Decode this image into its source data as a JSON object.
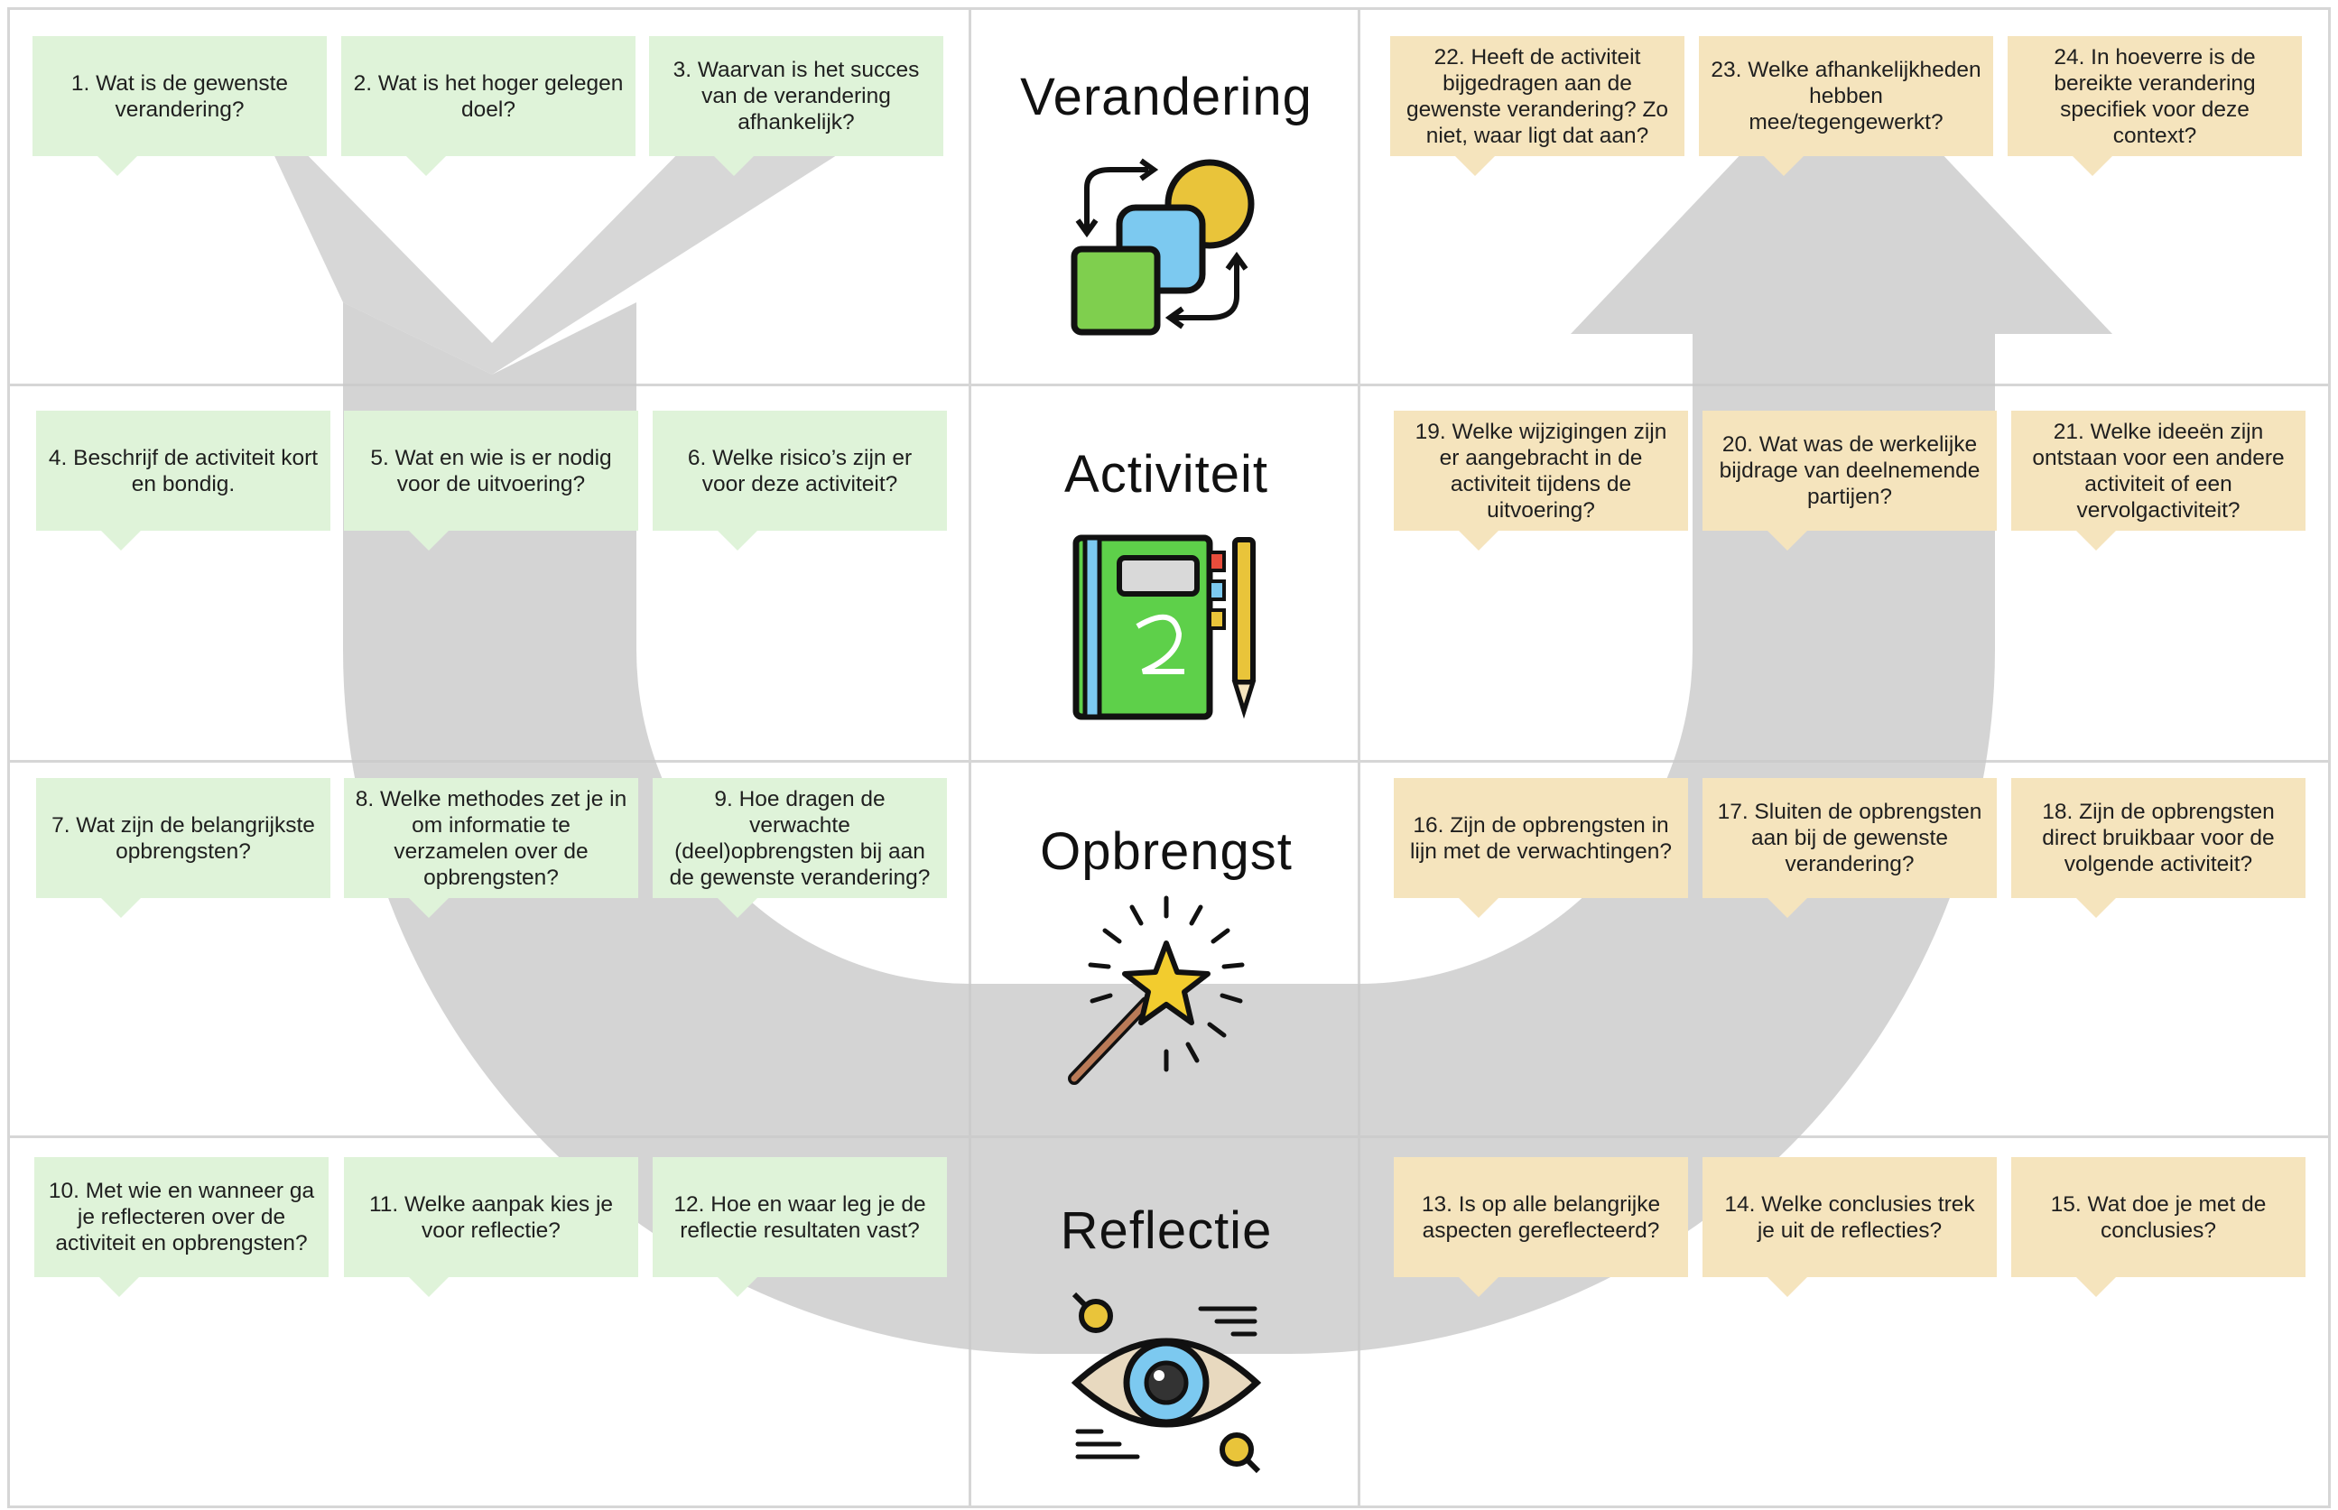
{
  "rows": [
    {
      "title": "Verandering",
      "icon": "shapes-change-icon",
      "left_questions": [
        "1. Wat is de gewenste verandering?",
        "2. Wat is het hoger gelegen doel?",
        "3. Waarvan is het succes van de verandering afhankelijk?"
      ],
      "right_questions": [
        "22. Heeft de activiteit bijgedragen aan de gewenste verandering? Zo niet, waar ligt dat aan?",
        "23. Welke afhankelijkheden hebben mee/tegengewerkt?",
        "24. In hoeverre is de bereikte verandering specifiek voor deze context?"
      ]
    },
    {
      "title": "Activiteit",
      "icon": "notebook-pencil-icon",
      "left_questions": [
        "4. Beschrijf de activiteit kort en bondig.",
        "5. Wat en wie is er nodig voor de uitvoering?",
        "6. Welke risico’s zijn er voor deze activiteit?"
      ],
      "right_questions": [
        "19. Welke wijzigingen zijn er aangebracht in de activiteit tijdens de uitvoering?",
        "20. Wat was de werkelijke bijdrage van  deelnemende partijen?",
        "21. Welke ideeën zijn ontstaan voor een andere activiteit of een vervolgactiviteit?"
      ]
    },
    {
      "title": "Opbrengst",
      "icon": "magic-wand-icon",
      "left_questions": [
        "7. Wat zijn de belangrijkste opbrengsten?",
        "8. Welke methodes zet je in om informatie te verzamelen over de opbrengsten?",
        "9. Hoe dragen de verwachte (deel)opbrengsten bij aan de gewenste verandering?"
      ],
      "right_questions": [
        "16. Zijn de opbrengsten in lijn met de verwachtingen?",
        "17. Sluiten de opbrengsten aan bij de gewenste verandering?",
        "18. Zijn de opbrengsten direct bruikbaar voor de volgende activiteit?"
      ]
    },
    {
      "title": "Reflectie",
      "icon": "eye-analysis-icon",
      "left_questions": [
        "10. Met wie en wanneer ga je reflecteren over de activiteit en opbrengsten?",
        "11. Welke aanpak kies je voor reflectie?",
        "12. Hoe en waar leg je de reflectie resultaten vast?"
      ],
      "right_questions": [
        "13. Is op alle belangrijke aspecten gereflecteerd?",
        "14. Welke conclusies trek je uit de reflecties?",
        "15. Wat doe je met de conclusies?"
      ]
    }
  ],
  "colors": {
    "left_card": "#dff3d9",
    "right_card": "#f5e4bd",
    "flow_arrow": "#c9c9c9",
    "grid": "#d6d6d6"
  },
  "decorations": {
    "flow_arrow": "u-shaped-arrow-down-then-up"
  }
}
